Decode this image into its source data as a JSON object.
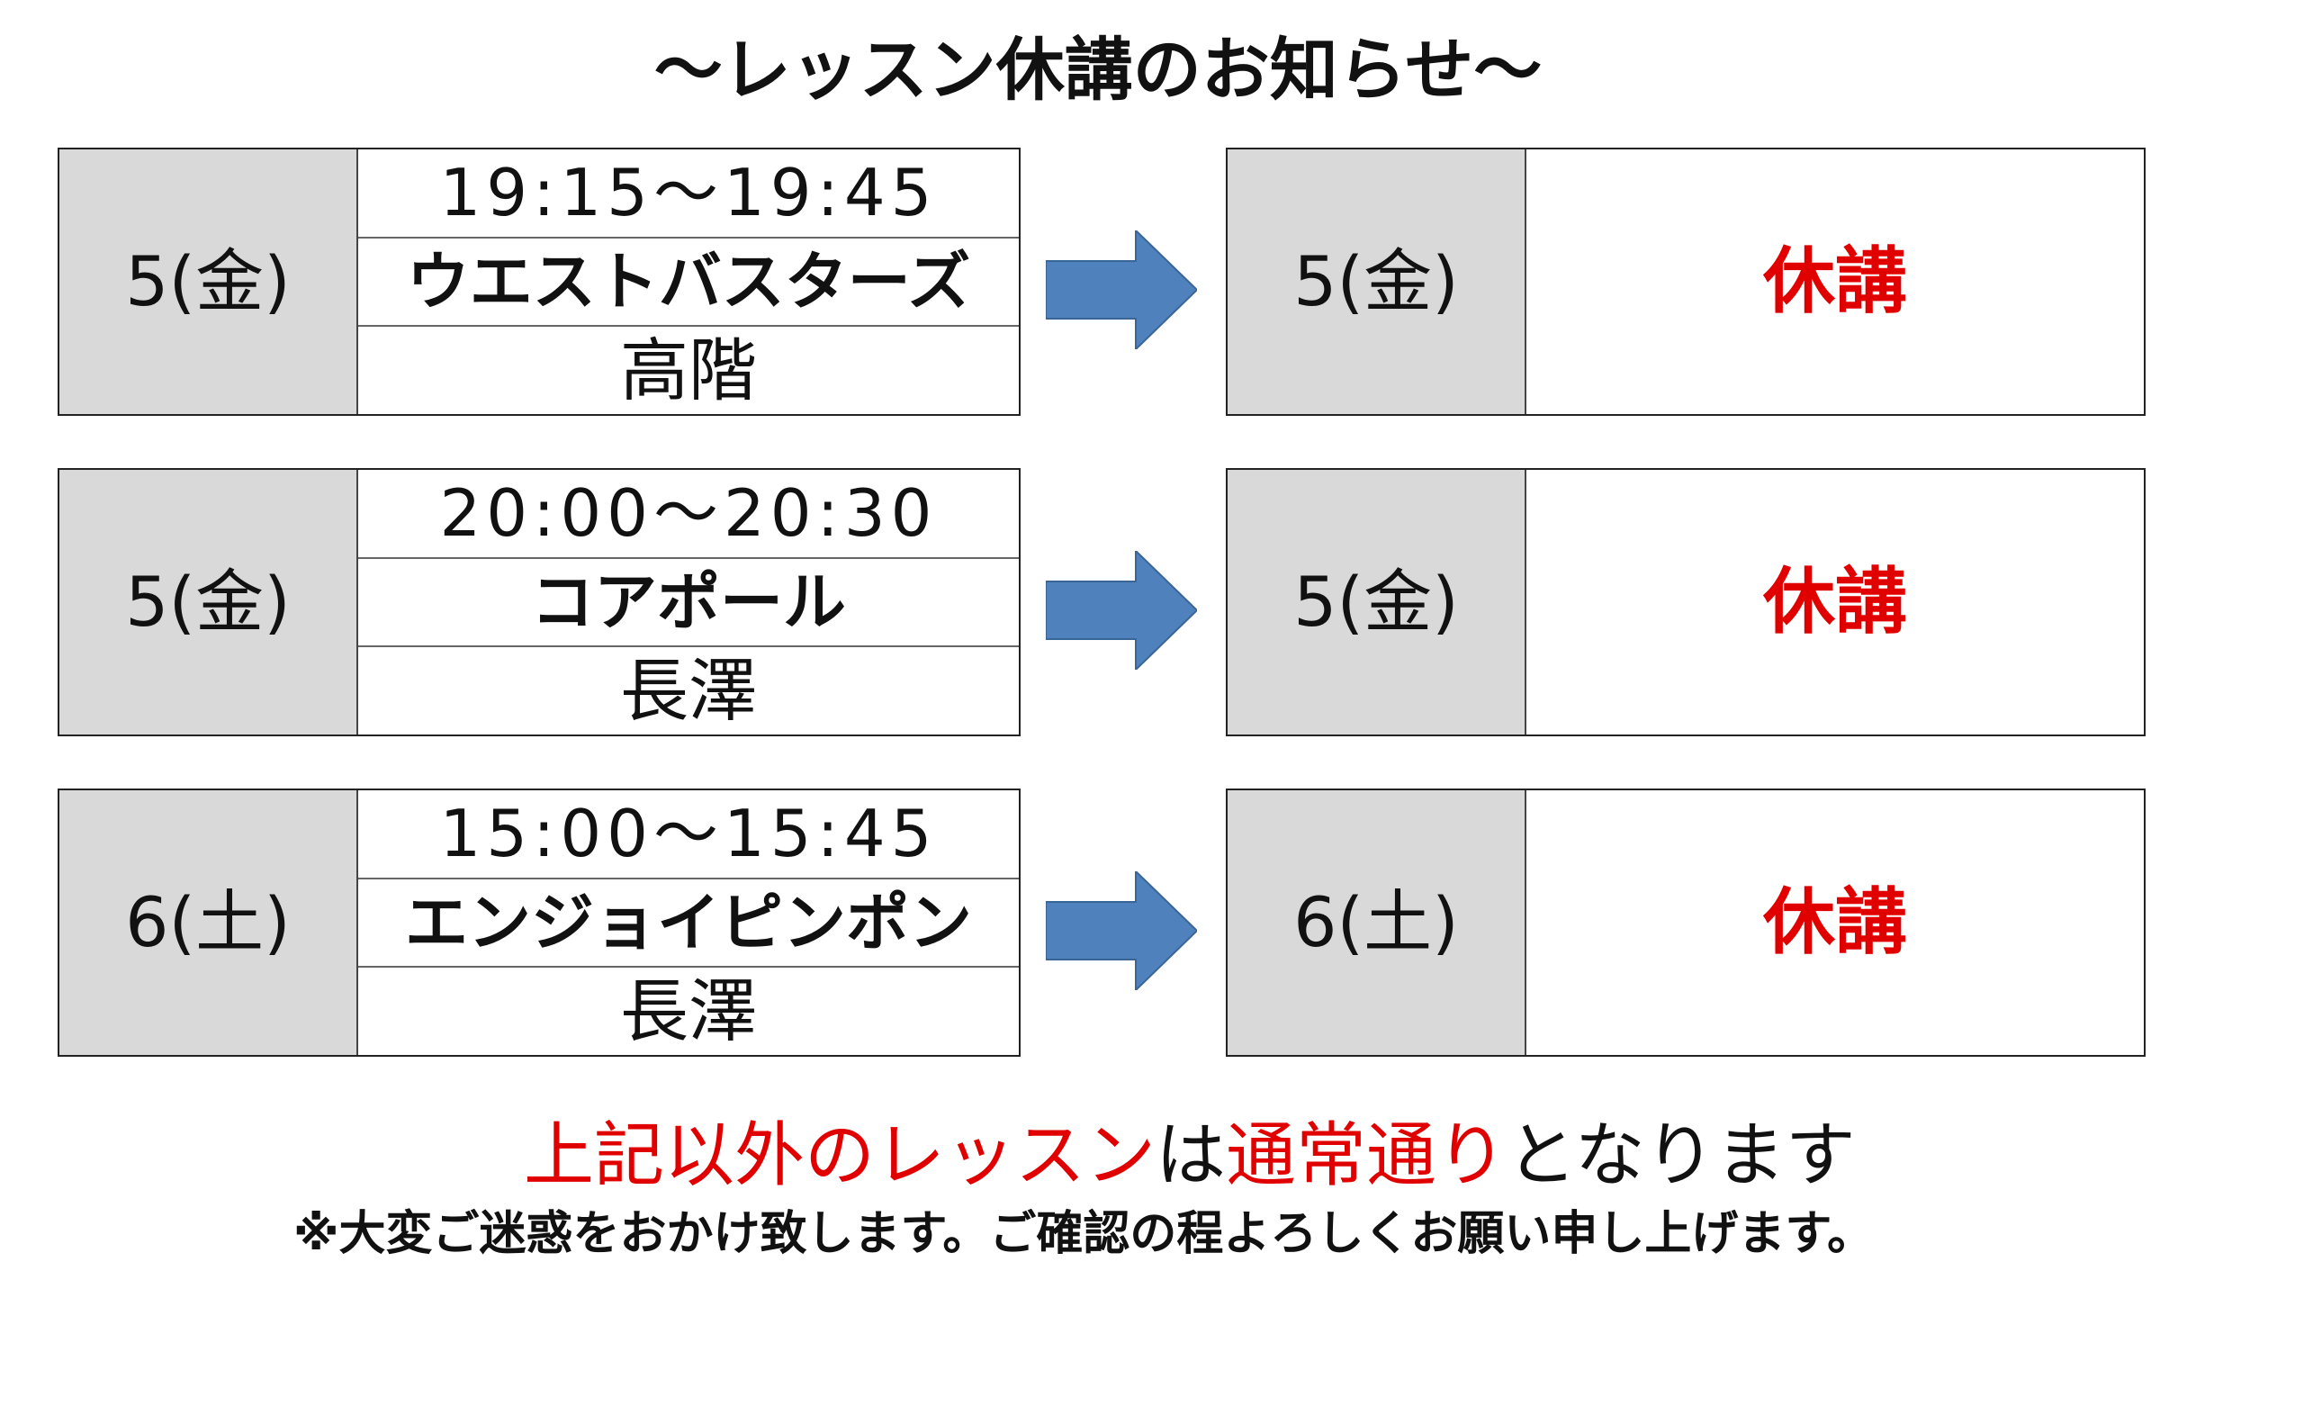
{
  "title": "～レッスン休講のお知らせ～",
  "lessons": [
    {
      "day": "5(金)",
      "time": "19:15～19:45",
      "class_name": "ウエストバスターズ",
      "coach": "高階",
      "result_day": "5(金)",
      "status": "休講"
    },
    {
      "day": "5(金)",
      "time": "20:00～20:30",
      "class_name": "コアポール",
      "coach": "長澤",
      "result_day": "5(金)",
      "status": "休講"
    },
    {
      "day": "6(土)",
      "time": "15:00～15:45",
      "class_name": "エンジョイピンポン",
      "coach": "長澤",
      "result_day": "6(土)",
      "status": "休講"
    }
  ],
  "note": {
    "part1": "上記以外のレッスン",
    "part2": "は",
    "part3": "通常通り",
    "part4": "となります",
    "sub": "※大変ご迷惑をおかけ致します。ご確認の程よろしくお願い申し上げます。"
  },
  "colors": {
    "accent_red": "#e00000",
    "arrow_blue": "#4f81bd",
    "day_cell_gray": "#d9d9d9"
  },
  "icons": {
    "arrow": "right-arrow-icon"
  }
}
